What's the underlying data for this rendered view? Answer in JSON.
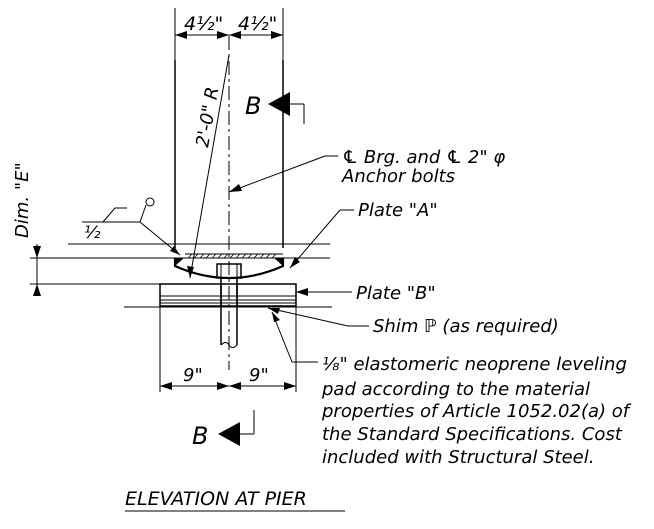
{
  "dims": {
    "top_left": "4½\"",
    "top_right": "4½\"",
    "bottom_left": "9\"",
    "bottom_right": "9\"",
    "radius": "2'-0\" R",
    "dim_e": "Dim. \"E\"",
    "weld": "½"
  },
  "section": {
    "top": "B",
    "bottom": "B"
  },
  "notes": {
    "bearing_line1": "℄ Brg. and ℄ 2\" φ",
    "bearing_line2": "Anchor bolts",
    "plate_a": "Plate \"A\"",
    "plate_b": "Plate \"B\"",
    "shim": "Shim ℙ (as required)",
    "pad_line1": "⅛\" elastomeric neoprene leveling",
    "pad_line2": "pad according to the material",
    "pad_line3": "properties of Article 1052.02(a) of",
    "pad_line4": "the Standard Specifications. Cost",
    "pad_line5": "included with Structural Steel."
  },
  "title": "ELEVATION AT PIER"
}
